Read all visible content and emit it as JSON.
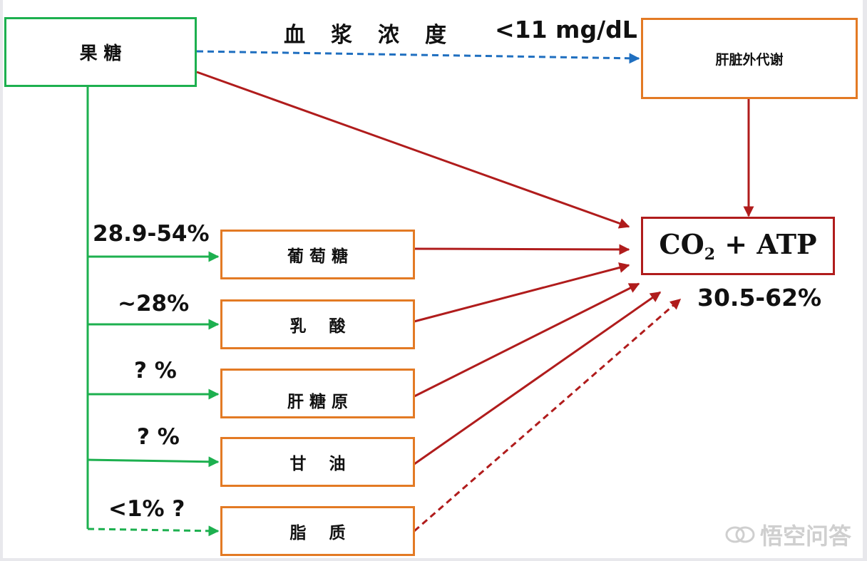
{
  "nodes": {
    "fructose": "果 糖",
    "extrahepatic": "肝脏外代谢",
    "glucose": "葡 萄 糖",
    "lactate": "乳    酸",
    "glycogen": "肝 糖 原",
    "glycerol": "甘    油",
    "lipid": "脂    质",
    "product_main": "CO",
    "product_sub": "2",
    "product_rest": " + ATP"
  },
  "labels": {
    "plasma": "血浆浓度",
    "plasma_value": "<11 mg/dL",
    "glucose_pct": "28.9-54%",
    "lactate_pct": "~28%",
    "glycogen_pct": "? %",
    "glycerol_pct": "? %",
    "lipid_pct": "<1% ?",
    "product_pct": "30.5-62%"
  },
  "watermark": "悟空问答",
  "colors": {
    "green": "#1db04f",
    "orange": "#e37a24",
    "red": "#b01c1c",
    "blue": "#1f6fc0"
  }
}
